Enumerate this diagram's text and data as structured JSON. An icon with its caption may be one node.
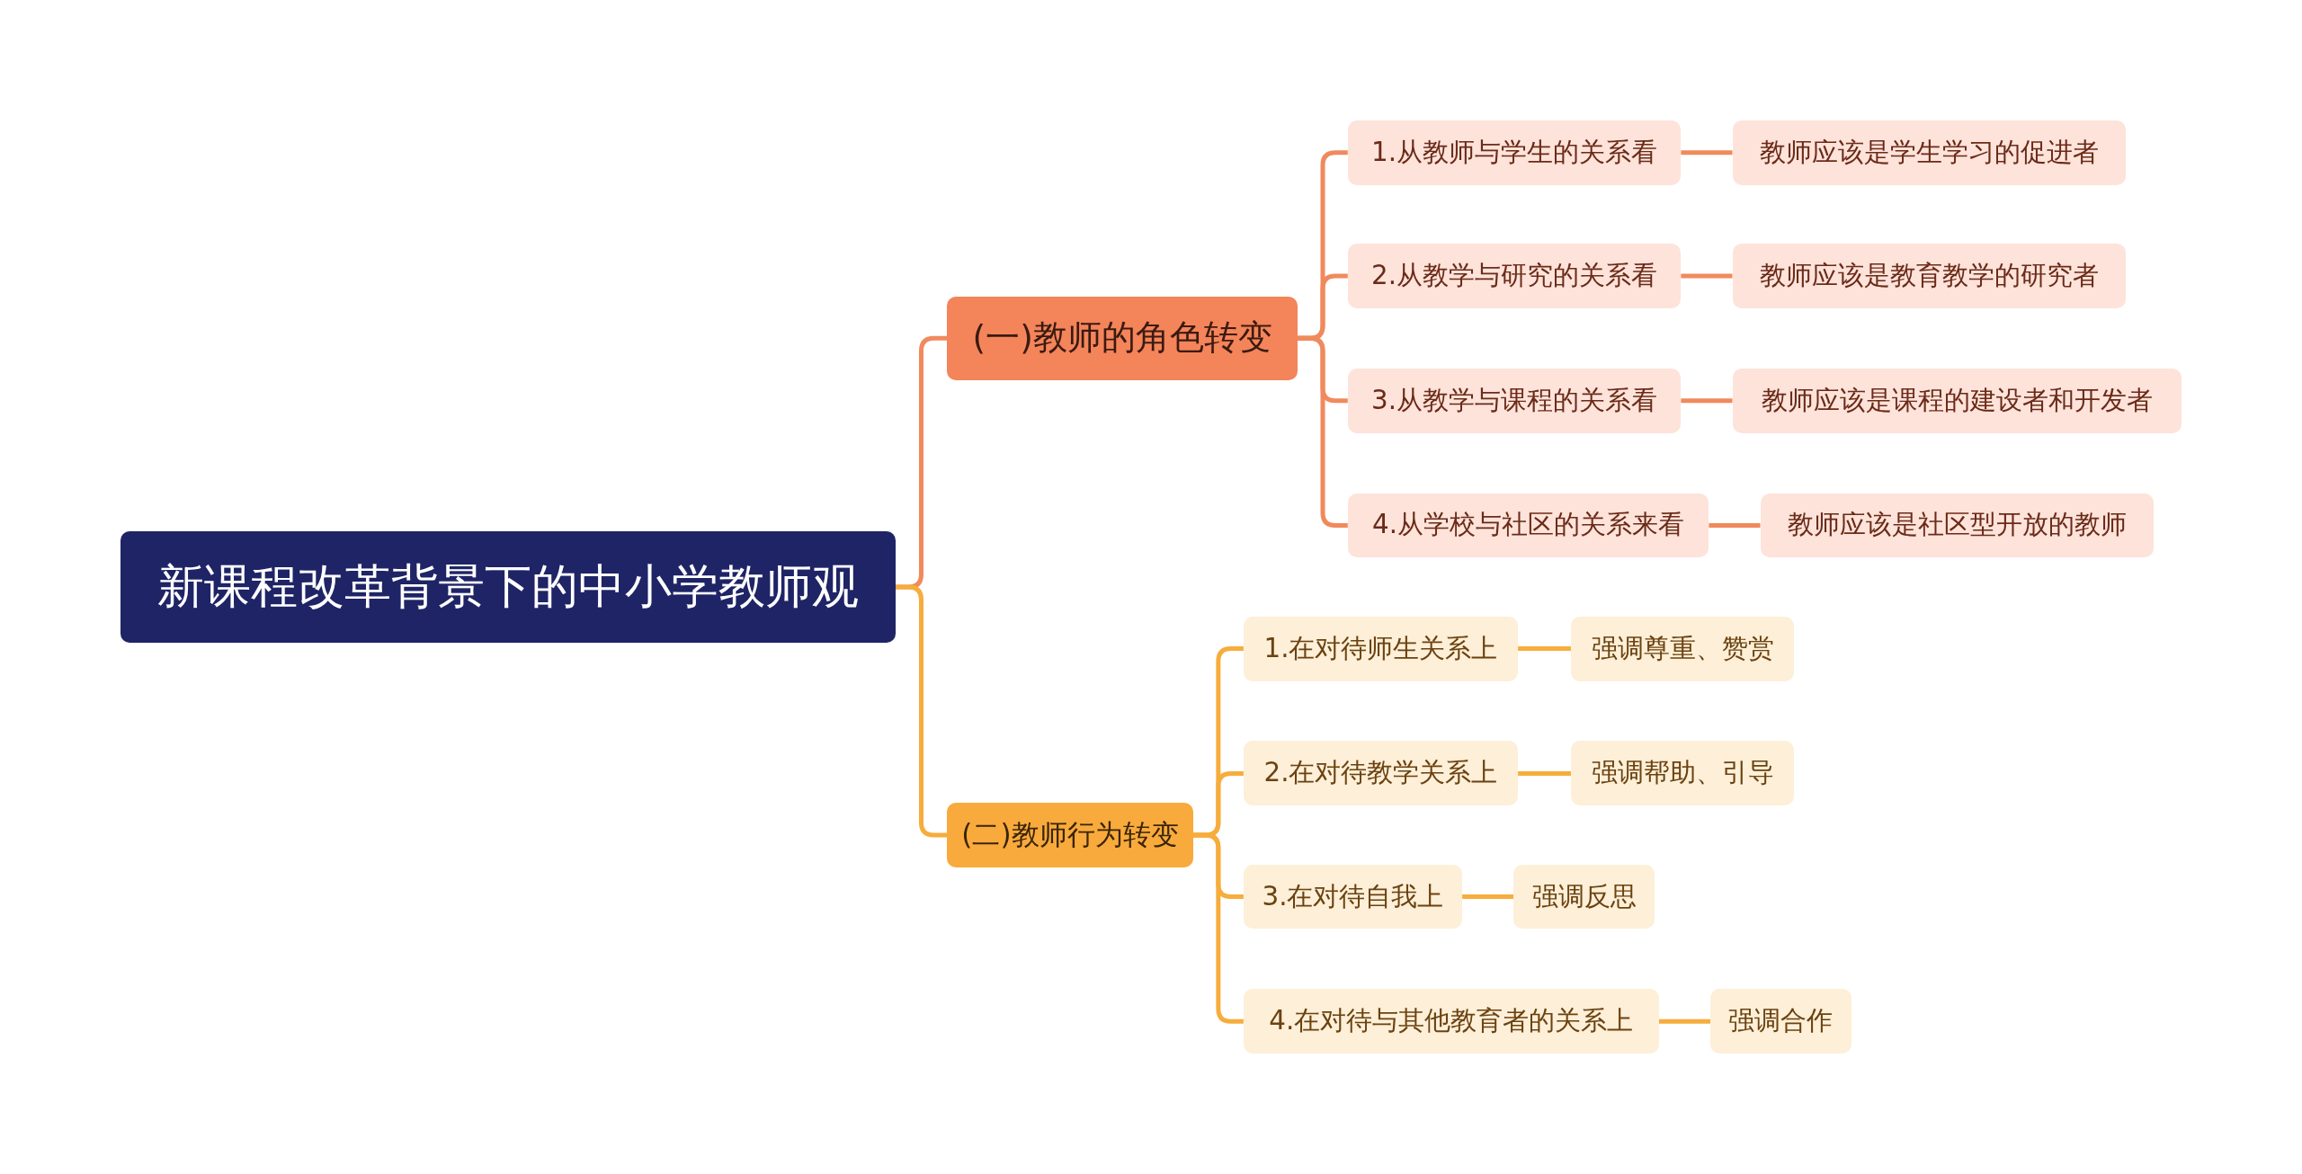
{
  "diagram": {
    "nodes": [
      {
        "text": [
          "新课程改革背景下的中小学教师观"
        ]
      },
      {
        "text": [
          "(一)教师的角色转变"
        ]
      },
      {
        "text": [
          "1.从教师与学生的关系看"
        ]
      },
      {
        "text": [
          "教师应该是学生学习的促进者"
        ]
      },
      {
        "text": [
          "2.从教学与研究的关系看"
        ]
      },
      {
        "text": [
          "教师应该是教育教学的研究者"
        ]
      },
      {
        "text": [
          "3.从教学与课程的关系看"
        ]
      },
      {
        "text": [
          "教师应该是课程的建设者和开发者"
        ]
      },
      {
        "text": [
          "4.从学校与社区的关系来看"
        ]
      },
      {
        "text": [
          "教师应该是社区型开放的教师"
        ]
      },
      {
        "text": [
          "(二)教师行为转变"
        ]
      },
      {
        "text": [
          "1.在对待师生关系上"
        ]
      },
      {
        "text": [
          "强调尊重、赞赏"
        ]
      },
      {
        "text": [
          "2.在对待教学关系上"
        ]
      },
      {
        "text": [
          "强调帮助、引导"
        ]
      },
      {
        "text": [
          "3.在对待自我上"
        ]
      },
      {
        "text": [
          "强调反思"
        ]
      },
      {
        "text": [
          "4.在对待与其他教育者的关系上"
        ]
      },
      {
        "text": [
          "强调合作"
        ]
      }
    ],
    "edges": [
      {
        "from": 0,
        "to": 1,
        "arrow": "none",
        "color": "#f08a5d"
      },
      {
        "from": 1,
        "to": 2,
        "arrow": "none",
        "color": "#f08a5d"
      },
      {
        "from": 1,
        "to": 4,
        "arrow": "none",
        "color": "#f08a5d"
      },
      {
        "from": 1,
        "to": 6,
        "arrow": "none",
        "color": "#f08a5d"
      },
      {
        "from": 1,
        "to": 8,
        "arrow": "none",
        "color": "#f08a5d"
      },
      {
        "from": 2,
        "to": 3,
        "arrow": "none",
        "color": "#f08a5d"
      },
      {
        "from": 4,
        "to": 5,
        "arrow": "none",
        "color": "#f08a5d"
      },
      {
        "from": 6,
        "to": 7,
        "arrow": "none",
        "color": "#f08a5d"
      },
      {
        "from": 8,
        "to": 9,
        "arrow": "none",
        "color": "#f08a5d"
      },
      {
        "from": 0,
        "to": 10,
        "arrow": "none",
        "color": "#f6ad3c"
      },
      {
        "from": 10,
        "to": 11,
        "arrow": "none",
        "color": "#f6ad3c"
      },
      {
        "from": 10,
        "to": 13,
        "arrow": "none",
        "color": "#f6ad3c"
      },
      {
        "from": 10,
        "to": 15,
        "arrow": "none",
        "color": "#f6ad3c"
      },
      {
        "from": 10,
        "to": 17,
        "arrow": "none",
        "color": "#f6ad3c"
      },
      {
        "from": 11,
        "to": 12,
        "arrow": "none",
        "color": "#f6ad3c"
      },
      {
        "from": 13,
        "to": 14,
        "arrow": "none",
        "color": "#f6ad3c"
      },
      {
        "from": 15,
        "to": 16,
        "arrow": "none",
        "color": "#f6ad3c"
      },
      {
        "from": 17,
        "to": 18,
        "arrow": "none",
        "color": "#f6ad3c"
      }
    ]
  }
}
